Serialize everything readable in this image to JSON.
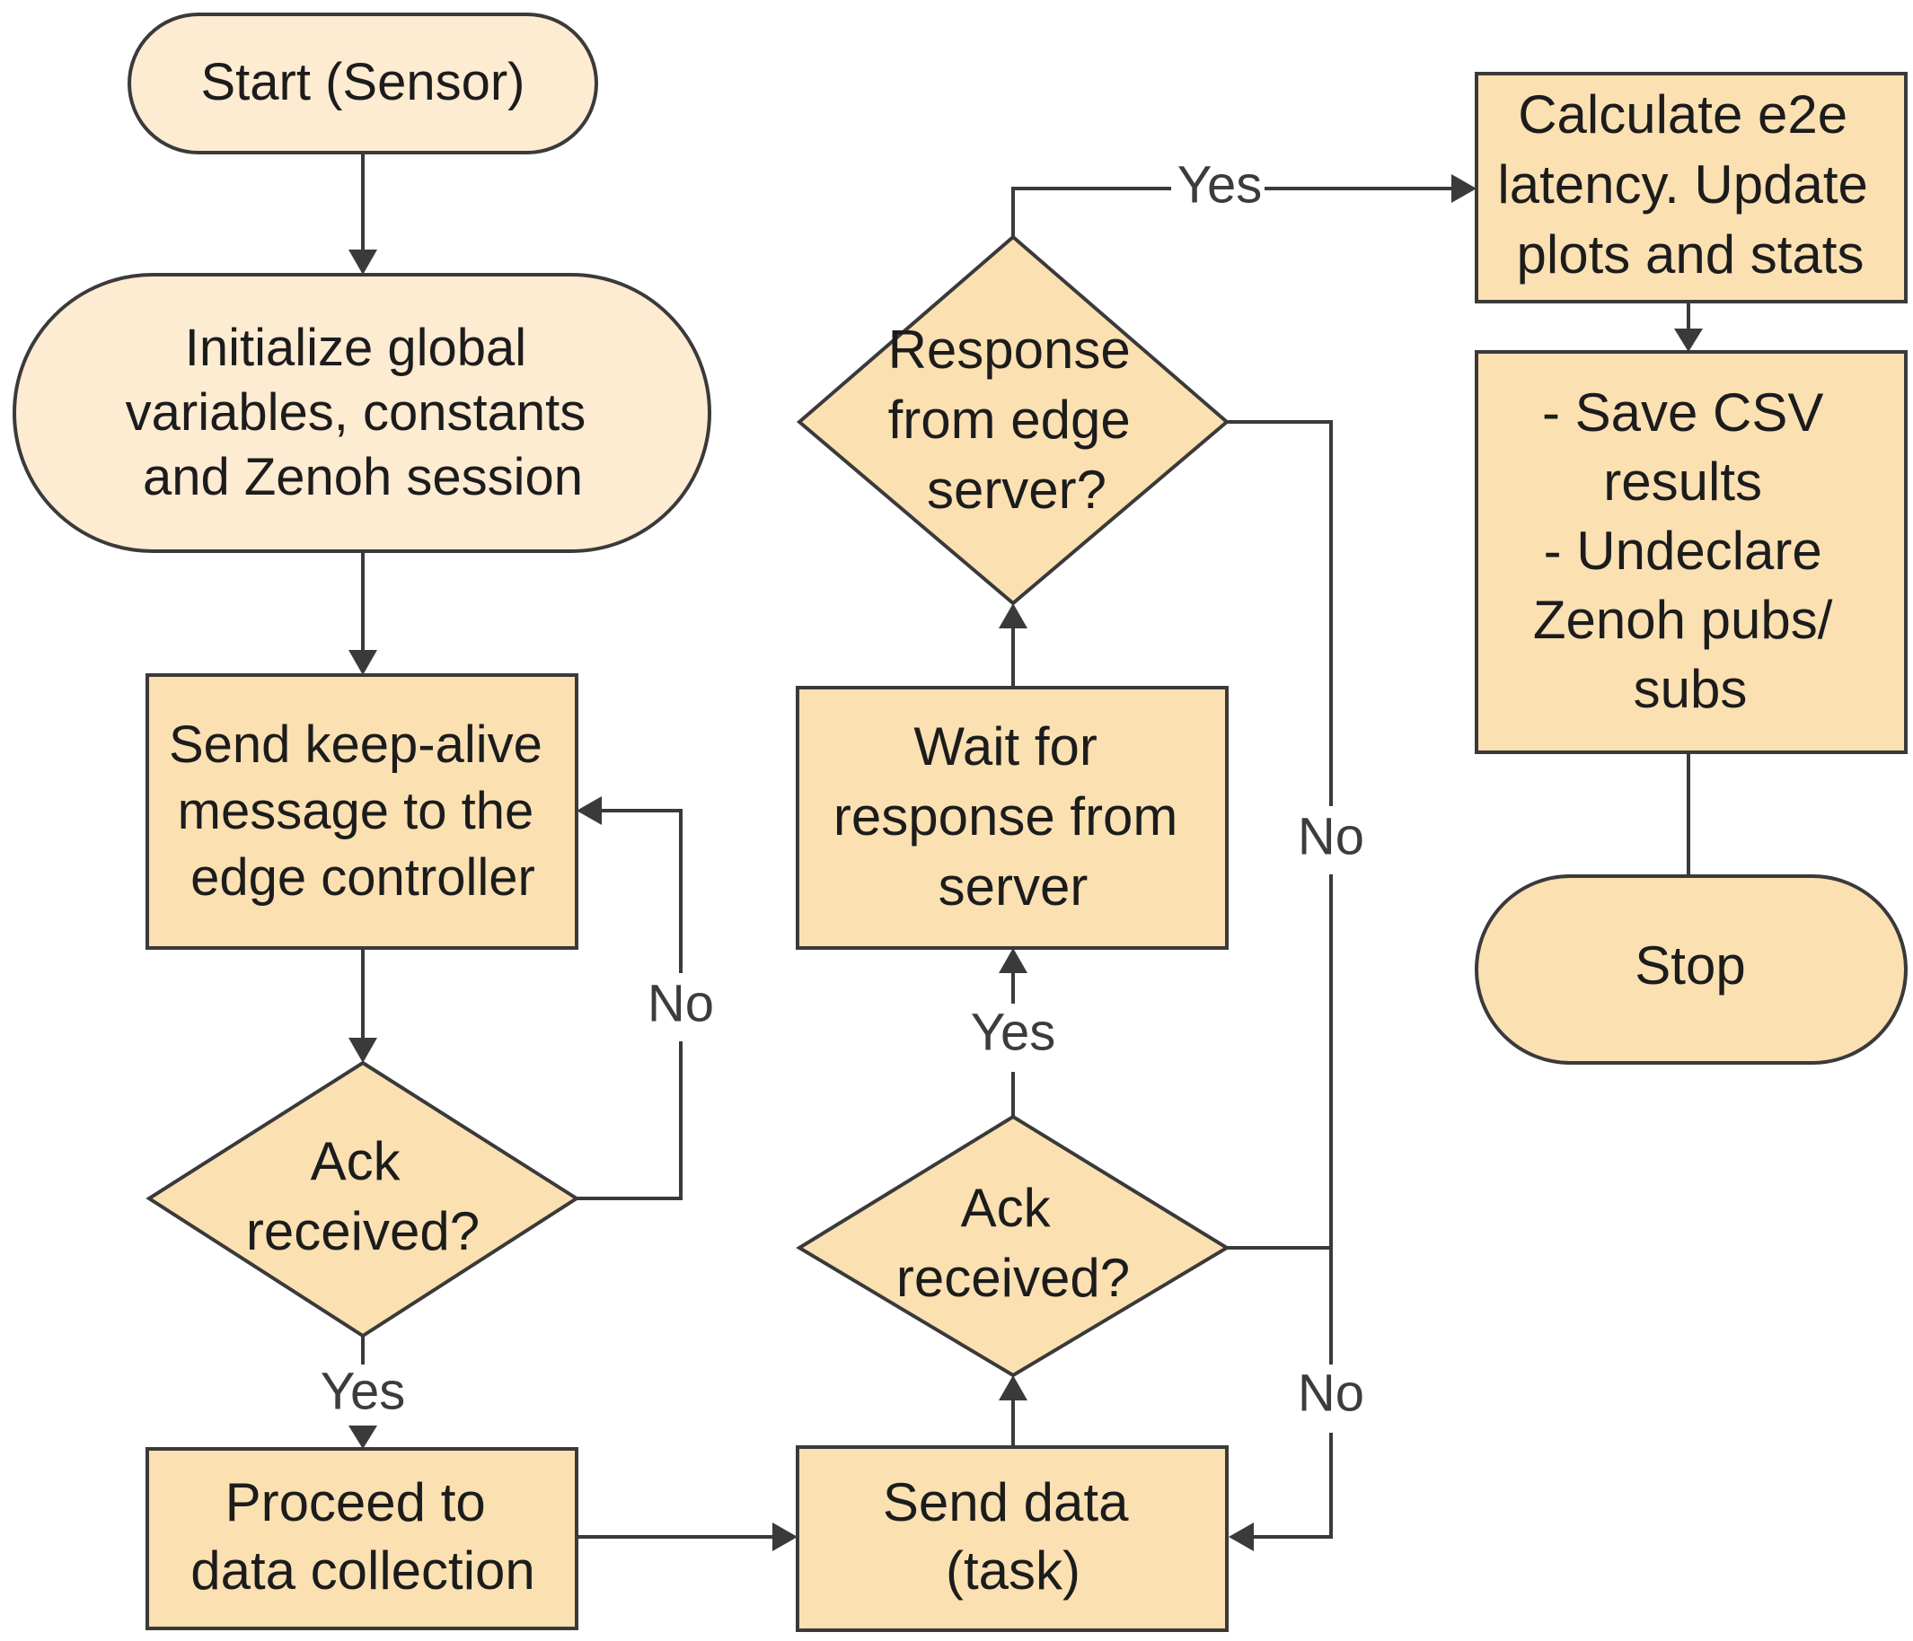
{
  "nodes": {
    "start": {
      "lines": [
        "Start (Sensor)"
      ]
    },
    "init": {
      "lines": [
        "Initialize global",
        "variables, constants",
        "and Zenoh session"
      ]
    },
    "keepalive": {
      "lines": [
        "Send keep-alive",
        "message to the",
        "edge controller"
      ]
    },
    "ack1": {
      "lines": [
        "Ack",
        "received?"
      ]
    },
    "proceed": {
      "lines": [
        "Proceed to",
        "data collection"
      ]
    },
    "send_data": {
      "lines": [
        "Send data",
        "(task)"
      ]
    },
    "ack2": {
      "lines": [
        "Ack",
        "received?"
      ]
    },
    "wait": {
      "lines": [
        "Wait for",
        "response from",
        "server"
      ]
    },
    "response": {
      "lines": [
        "Response",
        "from edge",
        "server?"
      ]
    },
    "calc": {
      "lines": [
        "Calculate e2e",
        "latency. Update",
        "plots and stats"
      ]
    },
    "save": {
      "lines": [
        "- Save CSV",
        "results",
        "- Undeclare",
        "Zenoh pubs/",
        "subs"
      ]
    },
    "stop": {
      "lines": [
        "Stop"
      ]
    }
  },
  "edge_labels": {
    "ack1_no": "No",
    "ack1_yes": "Yes",
    "ack2_yes": "Yes",
    "ack2_no": "No",
    "response_yes": "Yes",
    "response_no": "No"
  },
  "colors": {
    "terminal_light": "#fdebd2",
    "process_fill": "#fbe0b2",
    "stroke": "#3a3a3a",
    "text": "#1c1c1c"
  }
}
